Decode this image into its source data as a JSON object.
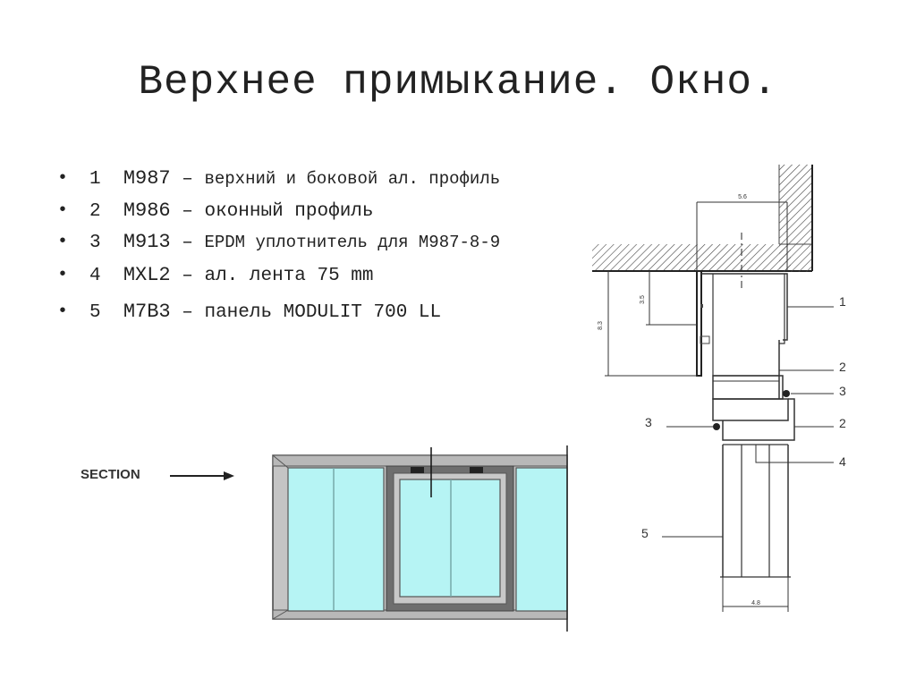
{
  "title": "Верхнее примыкание. Окно.",
  "bullets": [
    {
      "num": "1",
      "code": "M987",
      "dash": "–",
      "text": "верхний и боковой ал. профиль"
    },
    {
      "num": "2",
      "code": "M986",
      "dash": "–",
      "text": "оконный профиль"
    },
    {
      "num": "3",
      "code": "M913",
      "dash": "–",
      "text": "EPDM уплотнитель для M987-8-9"
    },
    {
      "num": "4",
      "code": "MXL2",
      "dash": "–",
      "text": "ал. лента 75 mm"
    },
    {
      "num": "5",
      "code": "M7B3",
      "dash": "–",
      "text": "панель MODULIT 700 LL"
    }
  ],
  "section_label": "SECTION",
  "drawing": {
    "dim_top": "5.6",
    "dim_left_outer": "8.3",
    "dim_left_inner": "3.5",
    "dim_bottom": "4.8",
    "callouts": [
      "1",
      "2",
      "3",
      "3",
      "2",
      "4",
      "5"
    ]
  },
  "colors": {
    "glass": "#b6f4f4",
    "frame": "#c0c0c0",
    "frame_dark": "#555555",
    "text": "#222222"
  }
}
